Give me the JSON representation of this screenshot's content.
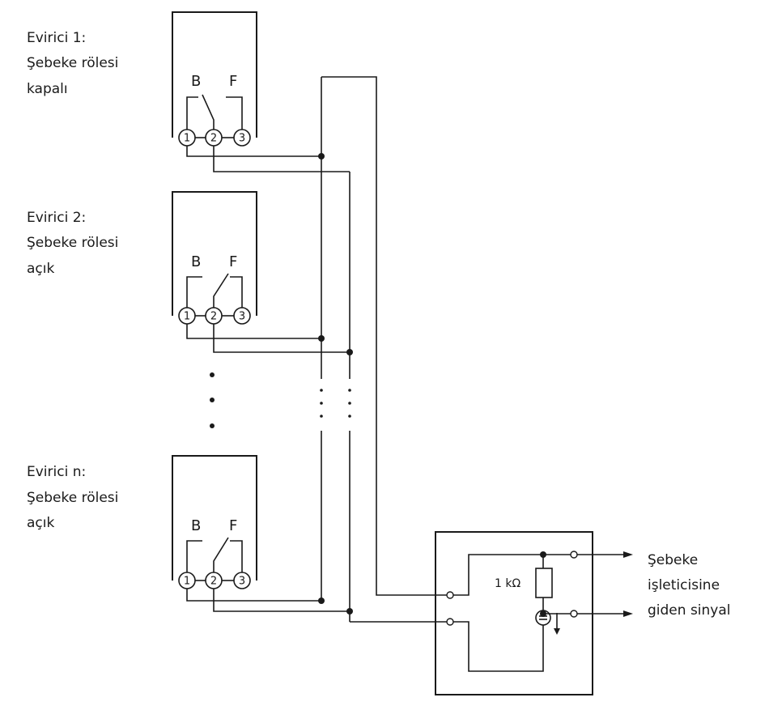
{
  "inverters": [
    {
      "name": "Evirici 1:",
      "relay_line1": "Şebeke rölesi",
      "relay_state": "kapalı",
      "contact_b": "B",
      "contact_f": "F",
      "pins": [
        "1",
        "2",
        "3"
      ]
    },
    {
      "name": "Evirici 2:",
      "relay_line1": "Şebeke rölesi",
      "relay_state": "açık",
      "contact_b": "B",
      "contact_f": "F",
      "pins": [
        "1",
        "2",
        "3"
      ]
    },
    {
      "name": "Evirici n:",
      "relay_line1": "Şebeke rölesi",
      "relay_state": "açık",
      "contact_b": "B",
      "contact_f": "F",
      "pins": [
        "1",
        "2",
        "3"
      ]
    }
  ],
  "signal_box": {
    "resistor_label": "1 kΩ",
    "output_label": [
      "Şebeke",
      "işleticisine",
      "giden sinyal"
    ]
  }
}
